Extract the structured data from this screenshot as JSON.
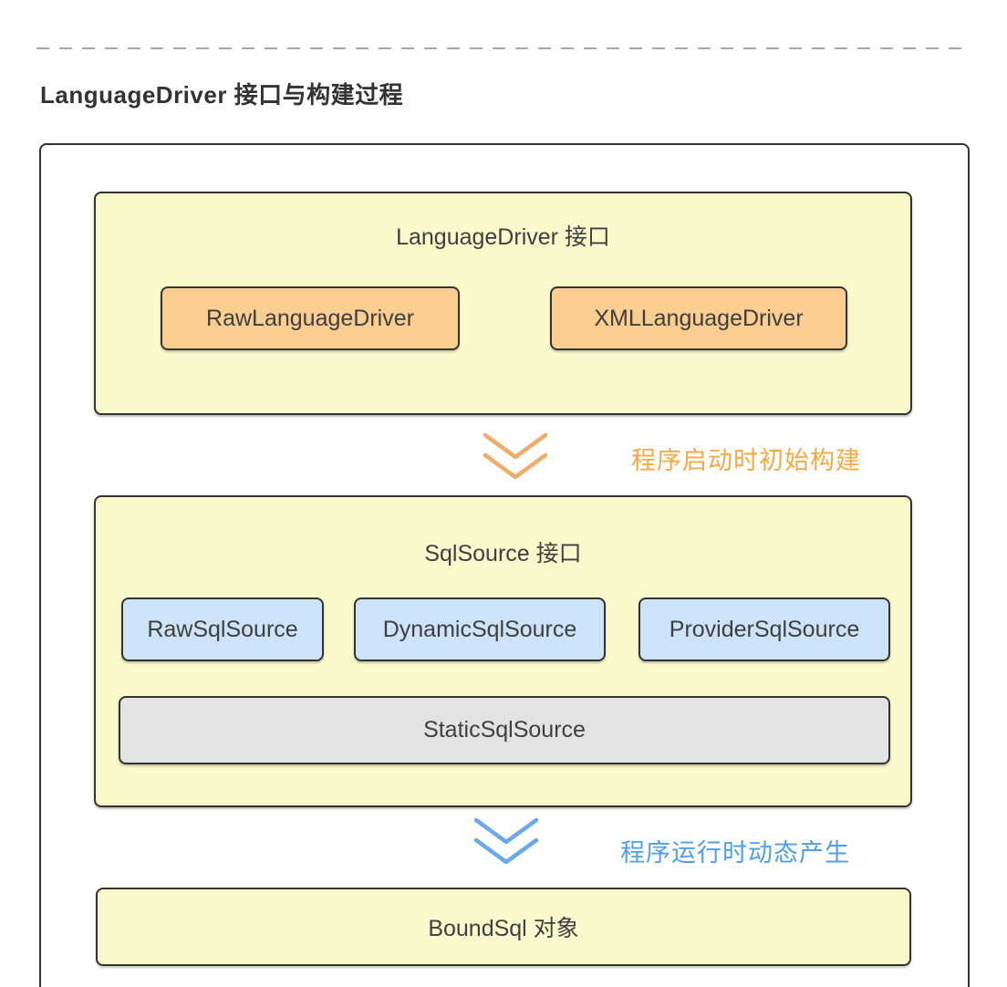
{
  "page": {
    "heading": "LanguageDriver 接口与构建过程"
  },
  "colors": {
    "yellow_fill": "#FBF9CC",
    "orange_fill": "#FACD91",
    "blue_fill": "#CDE3F8",
    "gray_fill": "#E3E3E3",
    "node_border": "#333330",
    "text_dark": "#3F3F3F",
    "heading_text": "#333333",
    "arrow_orange": "#F2AC6A",
    "label_orange": "#F7A843",
    "arrow_blue": "#6AA9EC",
    "label_blue": "#4E9FE9",
    "dashed_line": "#A8A8A8"
  },
  "diagram": {
    "language_driver_group": {
      "title": "LanguageDriver 接口",
      "items": [
        {
          "label": "RawLanguageDriver"
        },
        {
          "label": "XMLLanguageDriver"
        }
      ]
    },
    "build_arrow": {
      "icon": "double-chevron-down-icon",
      "label": "程序启动时初始构建"
    },
    "sql_source_group": {
      "title": "SqlSource 接口",
      "items": [
        {
          "label": "RawSqlSource"
        },
        {
          "label": "DynamicSqlSource"
        },
        {
          "label": "ProviderSqlSource"
        }
      ],
      "static_item": {
        "label": "StaticSqlSource"
      }
    },
    "runtime_arrow": {
      "icon": "double-chevron-down-icon",
      "label": "程序运行时动态产生"
    },
    "bound_sql_box": {
      "label": "BoundSql 对象"
    }
  }
}
